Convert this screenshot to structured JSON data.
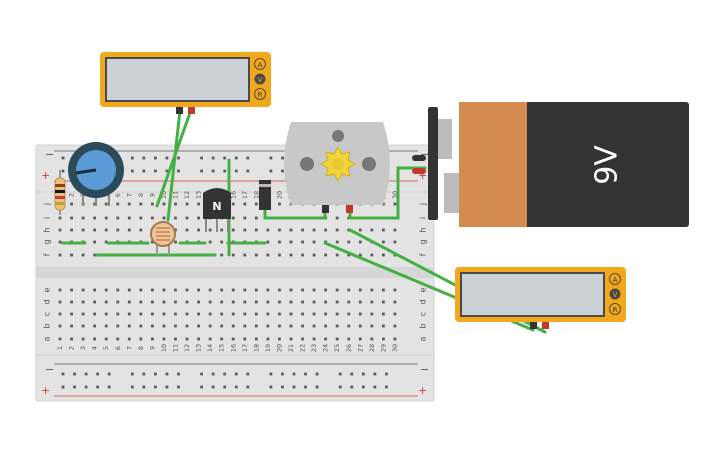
{
  "breadboard": {
    "column_numbers": [
      "1",
      "2",
      "3",
      "4",
      "5",
      "6",
      "7",
      "8",
      "9",
      "10",
      "11",
      "12",
      "13",
      "14",
      "15",
      "16",
      "17",
      "18",
      "19",
      "20",
      "21",
      "22",
      "23",
      "24",
      "25",
      "26",
      "27",
      "28",
      "29",
      "30"
    ],
    "rows_top": [
      "j",
      "i",
      "h",
      "g",
      "f"
    ],
    "rows_bottom": [
      "e",
      "d",
      "c",
      "b",
      "a"
    ],
    "rail_minus": "−",
    "rail_plus": "+"
  },
  "multimeter_top": {
    "mode_buttons": [
      "A",
      "V",
      "R"
    ],
    "selected_mode": "V",
    "reading": ""
  },
  "multimeter_right": {
    "mode_buttons": [
      "A",
      "V",
      "R"
    ],
    "selected_mode": "V",
    "reading": ""
  },
  "transistor": {
    "label": "N"
  },
  "battery": {
    "label": "9V"
  },
  "colors": {
    "multimeter_body": "#f2a81d",
    "display": "#c9d1d6",
    "wire": "#44b043",
    "battery_body": "#333333",
    "battery_band": "#d38b4f",
    "rail_red": "#d0393b",
    "motor": "#c8c8c8",
    "potentiometer": "#5b9bd5"
  }
}
